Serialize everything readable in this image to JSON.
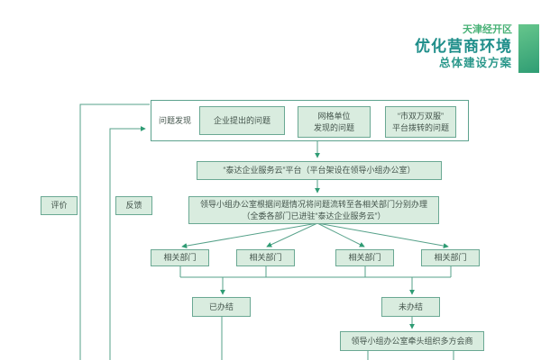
{
  "header": {
    "region": "天津经开区",
    "title": "优化营商环境",
    "subtitle": "总体建设方案"
  },
  "colors": {
    "accent_green": "#48b176",
    "accent_teal": "#1f8e8a",
    "accent_bar_top": "#66c68c",
    "accent_bar_bottom": "#2f9d74",
    "node_fill": "#d9ecdf",
    "node_border": "#6aa893",
    "connector": "#55a189",
    "arrowhead": "#2f9c74"
  },
  "nodes": {
    "problem_discovery": "问题发现",
    "source_enterprise": "企业提出的问题",
    "source_grid": "网格单位\n发现的问题",
    "source_city_platform": "“市双万双服”\n平台拨转的问题",
    "service_cloud_platform": "“泰达企业服务云”平台（平台架设在领导小组办公室）",
    "dispatch": "领导小组办公室根据问题情况将问题流转至各相关部门分别办理\n（全委各部门已进驻“泰达企业服务云”）",
    "departments": [
      "相关部门",
      "相关部门",
      "相关部门",
      "相关部门"
    ],
    "closed": "已办结",
    "open": "未办结",
    "joint_consultation": "领导小组办公室牵头组织多方会商",
    "evaluation": "评价",
    "feedback": "反馈"
  }
}
